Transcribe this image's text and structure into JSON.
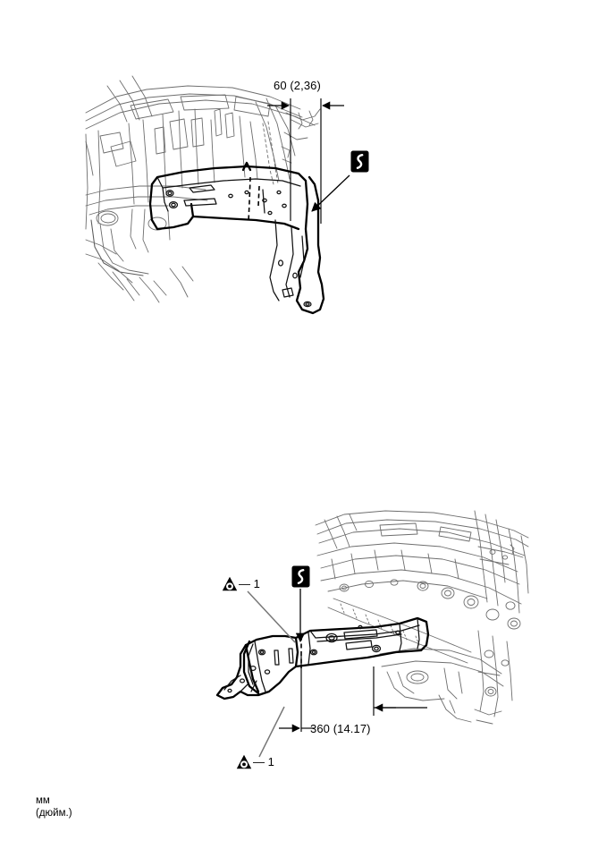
{
  "document": {
    "type": "service-manual-illustration",
    "background_color": "#ffffff",
    "ink_color": "#000000",
    "background_line_color": "#6e6e6e"
  },
  "figures": [
    {
      "id": "figure-top",
      "name": "front-side-member-upper-view",
      "description": "Vehicle front body structure with front side member extension highlighted in heavy outline",
      "dimension": {
        "label": "60 (2,36)",
        "value_mm": 60,
        "value_inch": "2,36"
      },
      "symbols": [
        {
          "name": "sealer-symbol",
          "glyph": "S",
          "style": "white-s-on-black-square"
        }
      ]
    },
    {
      "id": "figure-bottom",
      "name": "front-side-member-lower-view",
      "description": "Vehicle front body structure, side view, with front side member highlighted in heavy outline",
      "dimension": {
        "label": "360 (14.17)",
        "value_mm": 360,
        "value_inch": "14.17"
      },
      "symbols": [
        {
          "name": "sealer-symbol",
          "glyph": "S",
          "style": "white-s-on-black-square"
        }
      ],
      "reference_markers": [
        {
          "name": "reference-marker-upper",
          "label": "— 1",
          "number": "1"
        },
        {
          "name": "reference-marker-lower",
          "label": "— 1",
          "number": "1"
        }
      ]
    }
  ],
  "dimensions": {
    "top_label": "60 (2,36)",
    "bottom_label": "360 (14.17)"
  },
  "reference_markers": {
    "marker_1_label": "— 1",
    "marker_2_label": "— 1"
  },
  "units_note": {
    "line1": "мм",
    "line2": "(дюйм.)"
  }
}
